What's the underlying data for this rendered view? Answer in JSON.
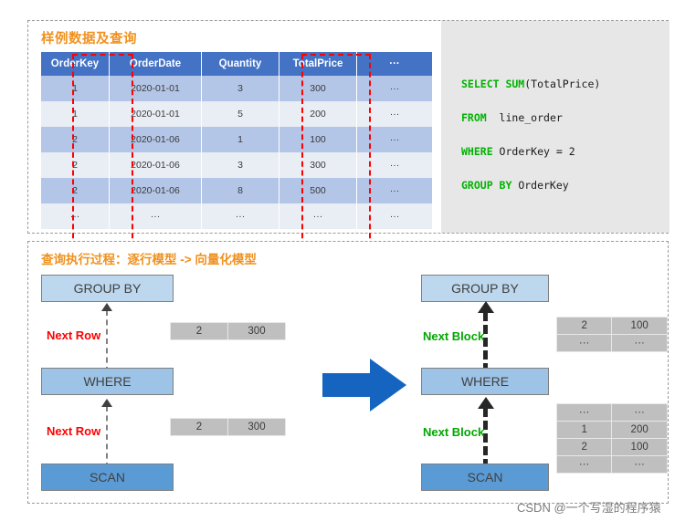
{
  "top": {
    "title": "样例数据及查询",
    "table": {
      "headers": [
        "OrderKey",
        "OrderDate",
        "Quantity",
        "TotalPrice",
        "···"
      ],
      "rows": [
        [
          "1",
          "2020-01-01",
          "3",
          "300",
          "···"
        ],
        [
          "1",
          "2020-01-01",
          "5",
          "200",
          "···"
        ],
        [
          "2",
          "2020-01-06",
          "1",
          "100",
          "···"
        ],
        [
          "2",
          "2020-01-06",
          "3",
          "300",
          "···"
        ],
        [
          "2",
          "2020-01-06",
          "8",
          "500",
          "···"
        ],
        [
          "···",
          "···",
          "···",
          "···",
          "···"
        ]
      ],
      "highlighted_columns": [
        "OrderKey",
        "TotalPrice"
      ],
      "header_color": "#4472C4",
      "row_color_odd": "#B4C6E7",
      "row_color_even": "#E9EDF4",
      "highlight_color": "#FF0000"
    },
    "sql": {
      "line1_keyword": "SELECT SUM",
      "line1_rest": "(TotalPrice)",
      "line2_keyword": "FROM",
      "line2_rest": "  line_order",
      "line3_keyword": "WHERE",
      "line3_rest": " OrderKey = 2",
      "line4_keyword": "GROUP BY",
      "line4_rest": " OrderKey",
      "keyword_color": "#00B300",
      "background": "#E7E7E7"
    }
  },
  "bottom": {
    "title": "查询执行过程：逐行模型 -> 向量化模型",
    "left_flow": {
      "model_name": "逐行模型",
      "boxes": [
        {
          "label": "GROUP BY",
          "color": "#BDD7EE"
        },
        {
          "label": "WHERE",
          "color": "#9DC3E6"
        },
        {
          "label": "SCAN",
          "color": "#5B9BD5"
        }
      ],
      "edge_label_top": "Next Row",
      "edge_label_bottom": "Next Row",
      "edge_label_color": "#FF0000",
      "block_top": {
        "rows": [
          [
            "2",
            "300"
          ]
        ]
      },
      "block_bottom": {
        "rows": [
          [
            "2",
            "300"
          ]
        ]
      }
    },
    "right_flow": {
      "model_name": "向量化模型",
      "boxes": [
        {
          "label": "GROUP BY",
          "color": "#BDD7EE"
        },
        {
          "label": "WHERE",
          "color": "#9DC3E6"
        },
        {
          "label": "SCAN",
          "color": "#5B9BD5"
        }
      ],
      "edge_label_top": "Next Block",
      "edge_label_bottom": "Next Block",
      "edge_label_color": "#00A800",
      "block_top": {
        "rows": [
          [
            "2",
            "100"
          ],
          [
            "···",
            "···"
          ]
        ]
      },
      "block_bottom": {
        "rows": [
          [
            "···",
            "···"
          ],
          [
            "1",
            "200"
          ],
          [
            "2",
            "100"
          ],
          [
            "···",
            "···"
          ]
        ]
      }
    },
    "transition_arrow_color": "#1565C0"
  },
  "watermark": "CSDN @一个写湿的程序猿"
}
